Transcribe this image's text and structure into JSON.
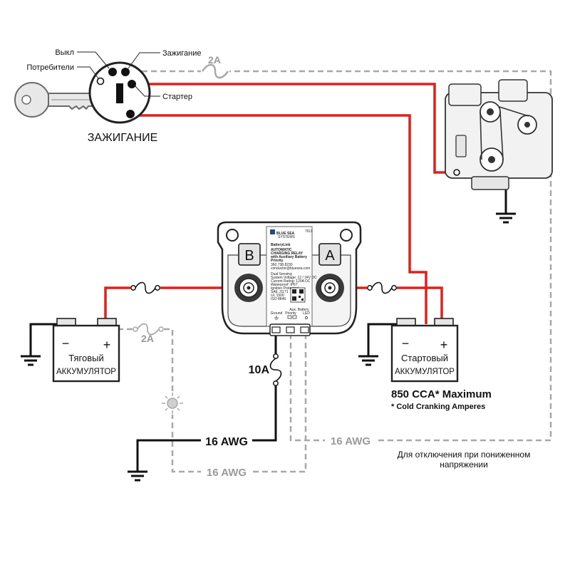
{
  "colors": {
    "positive_wire": "#e0201a",
    "ground_wire": "#111111",
    "signal_wire": "#a8a8a8"
  },
  "ignition": {
    "title": "ЗАЖИГАНИЕ",
    "off_label": "Выкл",
    "accessories_label": "Потребители",
    "ignition_label": "Зажигание",
    "starter_label": "Стартер",
    "fuse_label": "2A"
  },
  "relay": {
    "terminal_b": "B",
    "terminal_a": "A",
    "model": "7611",
    "brand_line1": "BLUE SEA",
    "brand_line2": "SYSTEMS",
    "product": "BatteryLink",
    "desc1": "AUTOMATIC",
    "desc2": "CHARGING RELAY",
    "desc3": "with Auxiliary Battery",
    "desc4": "Priority",
    "phone": "360.738.8230",
    "email": "conductor@bluesea.com",
    "spec1": "Dual Sensing",
    "spec2": "System Voltage: 12 / 24V DC",
    "spec3": "Current Rating: 120A DC",
    "spec4": "Waterproof: IP67",
    "spec5": "Ignition Protected",
    "spec6": "SAE J1171",
    "spec7": "UL 1500",
    "spec8": "ISO 8846",
    "pin_ground": "Ground",
    "pin_aux_top": "Aux. Battery",
    "pin_aux_bottom": "Priority",
    "pin_led": "LED"
  },
  "house_battery": {
    "line1": "Тяговый",
    "line2": "АККУМУЛЯТОР",
    "fuse_label": "2A"
  },
  "start_battery": {
    "line1": "Стартовый",
    "line2": "АККУМУЛЯТОР",
    "cca": "850 CCA* Maximum",
    "footnote": "* Cold Cranking Amperes"
  },
  "wiring": {
    "fuse_10a": "10A",
    "awg_ground": "16 AWG",
    "awg_lower": "16 AWG",
    "awg_right": "16 AWG",
    "lvd_line1": "Для отключения при пониженном",
    "lvd_line2": "напряжении"
  }
}
